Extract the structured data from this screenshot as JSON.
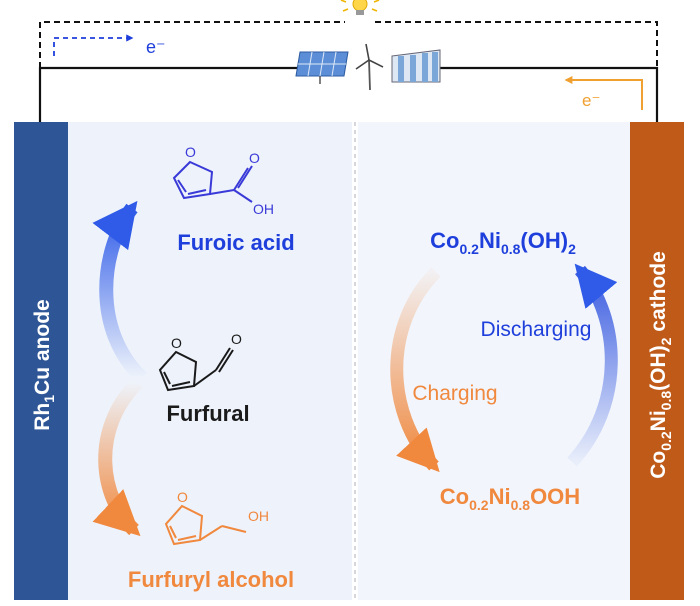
{
  "colors": {
    "anode": "#2e5596",
    "cathode": "#c05a18",
    "blue": "#1f3fdc",
    "orange": "#f0883e",
    "orange_text": "#e8762a",
    "panel": "#eef3fb",
    "text_dark": "#1a1a1a"
  },
  "electrodes": {
    "anode": {
      "prefix": "Rh",
      "sub": "1",
      "suffix": "Cu anode"
    },
    "cathode": [
      {
        "t": "Co",
        "s": false
      },
      {
        "t": "0.2",
        "s": true
      },
      {
        "t": "Ni",
        "s": false
      },
      {
        "t": "0.8",
        "s": true
      },
      {
        "t": "(OH)",
        "s": false
      },
      {
        "t": "2",
        "s": true
      },
      {
        "t": " cathode",
        "s": false
      }
    ]
  },
  "electrons": {
    "left": "e⁻",
    "right": "e⁻"
  },
  "icons": {
    "bulb": "light-bulb-icon",
    "solar": "solar-panel-icon",
    "wind": "wind-turbine-icon",
    "hydro": "hydro-dam-icon"
  },
  "anode_side": {
    "product_top": "Furoic acid",
    "reactant": "Furfural",
    "product_bottom": "Furfuryl alcohol",
    "atoms": {
      "ring_o": "O",
      "carbonyl_o": "O",
      "acid_oh": "OH",
      "ald_o": "O",
      "alc_oh": "OH"
    }
  },
  "cathode_side": {
    "top_species": [
      {
        "t": "Co",
        "s": false
      },
      {
        "t": "0.2",
        "s": true
      },
      {
        "t": "Ni",
        "s": false
      },
      {
        "t": "0.8",
        "s": true
      },
      {
        "t": "(OH)",
        "s": false
      },
      {
        "t": "2",
        "s": true
      }
    ],
    "bottom_species": [
      {
        "t": "Co",
        "s": false
      },
      {
        "t": "0.2",
        "s": true
      },
      {
        "t": "Ni",
        "s": false
      },
      {
        "t": "0.8",
        "s": true
      },
      {
        "t": "OOH",
        "s": false
      }
    ],
    "discharging": "Discharging",
    "charging": "Charging"
  }
}
